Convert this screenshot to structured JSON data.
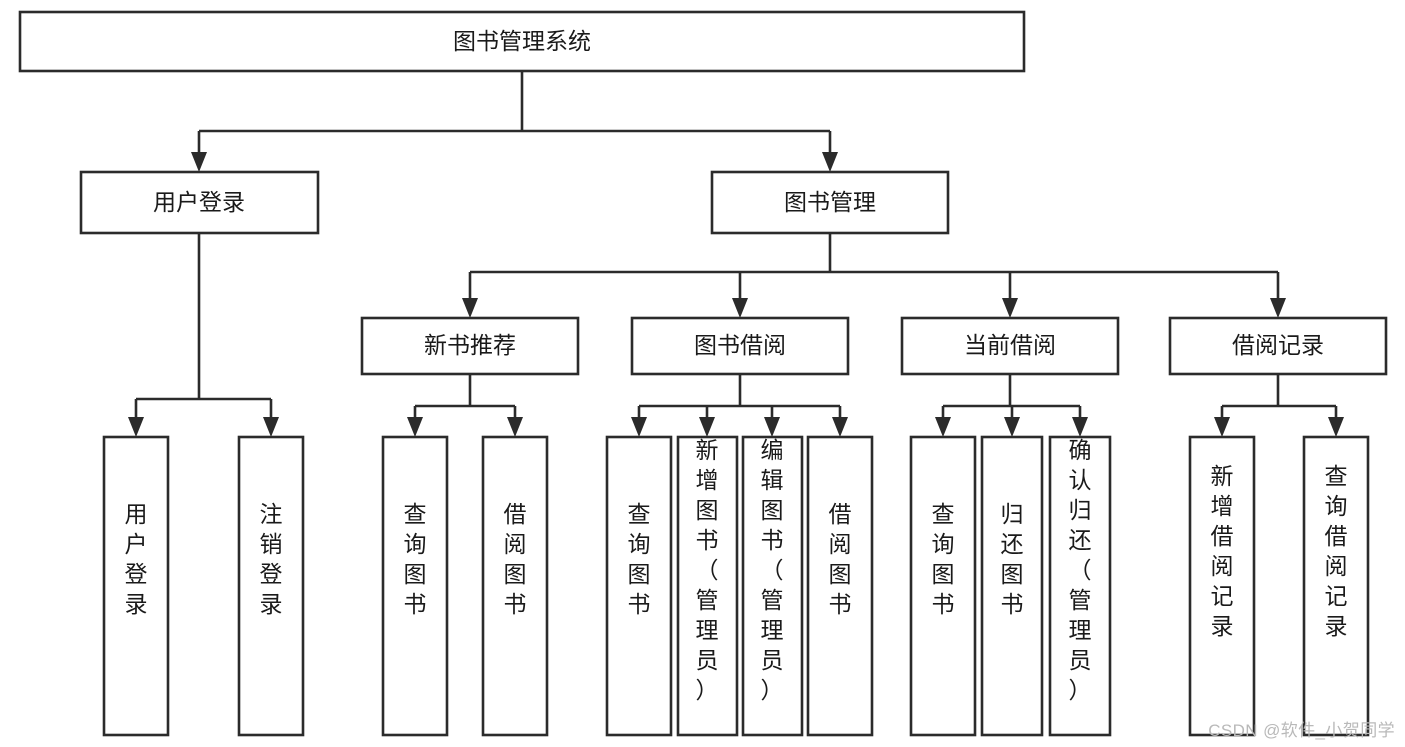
{
  "diagram": {
    "type": "tree-hierarchy-chart",
    "title": "图书管理系统",
    "orientation": "top-down",
    "colors": {
      "box_fill": "#ffffff",
      "box_stroke": "#2b2b2b",
      "text": "#1a1a1a",
      "background": "#ffffff",
      "watermark": "#b9b9b9"
    },
    "levels": [
      {
        "level": 1,
        "nodes": [
          {
            "id": "root",
            "label": "图书管理系统",
            "orientation": "horizontal"
          }
        ]
      },
      {
        "level": 2,
        "nodes": [
          {
            "id": "login",
            "label": "用户登录",
            "orientation": "horizontal",
            "parent": "root"
          },
          {
            "id": "bookmgmt",
            "label": "图书管理",
            "orientation": "horizontal",
            "parent": "root"
          }
        ]
      },
      {
        "level": 3,
        "nodes": [
          {
            "id": "newbook",
            "label": "新书推荐",
            "orientation": "horizontal",
            "parent": "bookmgmt"
          },
          {
            "id": "borrow",
            "label": "图书借阅",
            "orientation": "horizontal",
            "parent": "bookmgmt"
          },
          {
            "id": "current",
            "label": "当前借阅",
            "orientation": "horizontal",
            "parent": "bookmgmt"
          },
          {
            "id": "records",
            "label": "借阅记录",
            "orientation": "horizontal",
            "parent": "bookmgmt"
          }
        ]
      },
      {
        "level": 4,
        "nodes": [
          {
            "id": "leaf-user-login",
            "label": "用户登录",
            "orientation": "vertical",
            "parent": "login"
          },
          {
            "id": "leaf-user-logout",
            "label": "注销登录",
            "orientation": "vertical",
            "parent": "login"
          },
          {
            "id": "leaf-query-book-1",
            "label": "查询图书",
            "orientation": "vertical",
            "parent": "newbook"
          },
          {
            "id": "leaf-borrow-book-1",
            "label": "借阅图书",
            "orientation": "vertical",
            "parent": "newbook"
          },
          {
            "id": "leaf-query-book-2",
            "label": "查询图书",
            "orientation": "vertical",
            "parent": "borrow"
          },
          {
            "id": "leaf-add-book",
            "label": "新增图书（管理员）",
            "orientation": "vertical",
            "parent": "borrow"
          },
          {
            "id": "leaf-edit-book",
            "label": "编辑图书（管理员）",
            "orientation": "vertical",
            "parent": "borrow"
          },
          {
            "id": "leaf-borrow-book-2",
            "label": "借阅图书",
            "orientation": "vertical",
            "parent": "borrow"
          },
          {
            "id": "leaf-query-book-3",
            "label": "查询图书",
            "orientation": "vertical",
            "parent": "current"
          },
          {
            "id": "leaf-return-book",
            "label": "归还图书",
            "orientation": "vertical",
            "parent": "current"
          },
          {
            "id": "leaf-confirm-return",
            "label": "确认归还（管理员）",
            "orientation": "vertical",
            "parent": "current"
          },
          {
            "id": "leaf-add-record",
            "label": "新增借阅记录",
            "orientation": "vertical",
            "parent": "records"
          },
          {
            "id": "leaf-query-record",
            "label": "查询借阅记录",
            "orientation": "vertical",
            "parent": "records"
          }
        ]
      }
    ]
  },
  "watermark": {
    "text": "CSDN @软件_小贺同学"
  }
}
